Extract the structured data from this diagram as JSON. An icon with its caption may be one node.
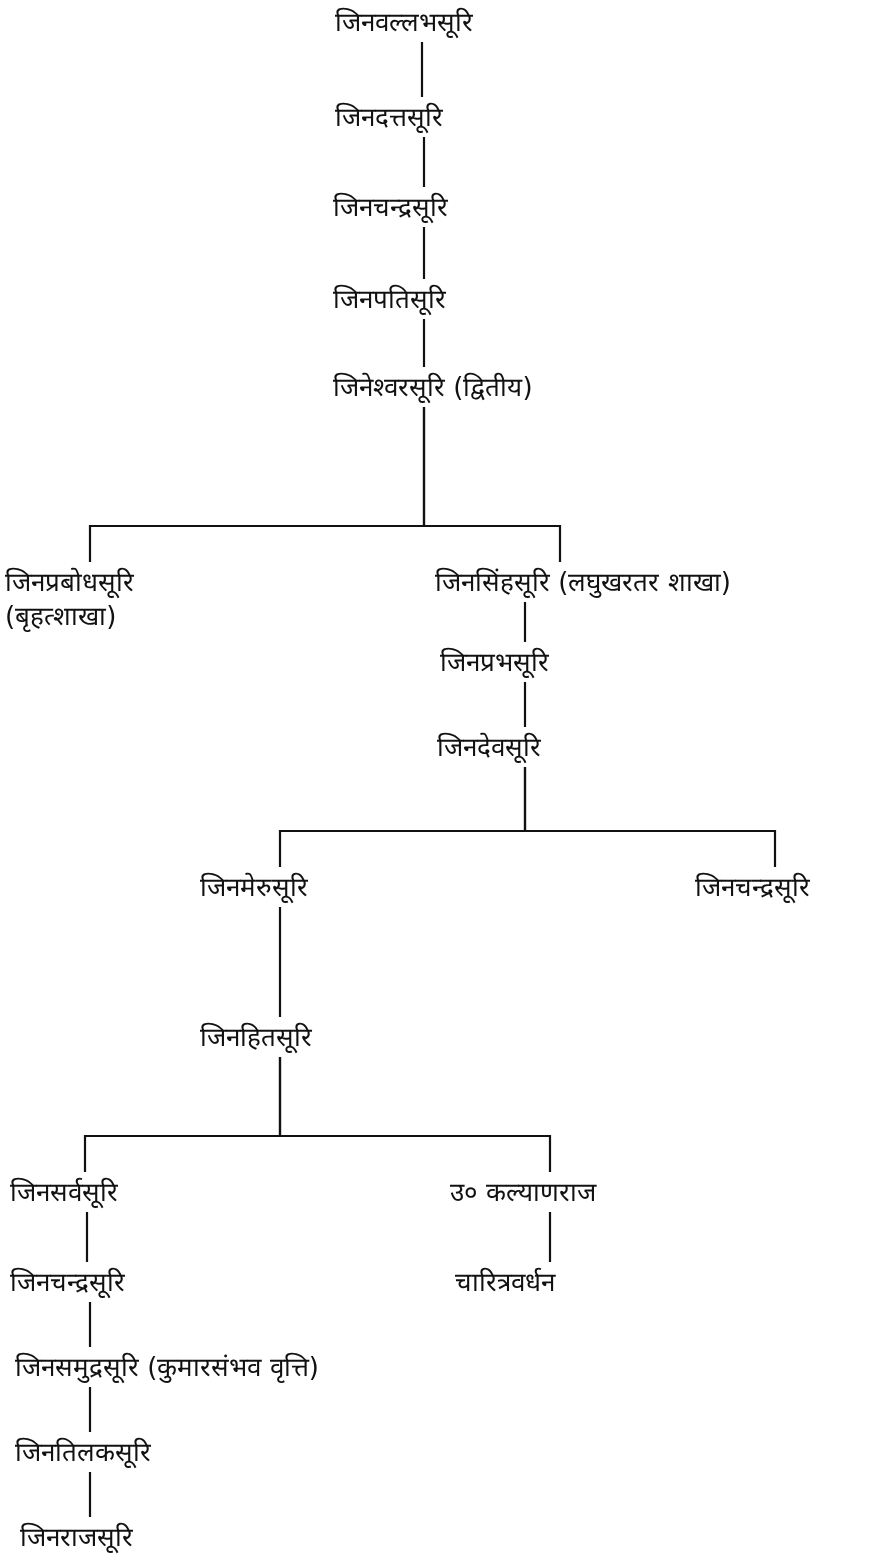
{
  "diagram": {
    "nodes": [
      {
        "text": [
          "जिनवल्लभसूरि"
        ]
      },
      {
        "text": [
          "जिनदत्तसूरि"
        ]
      },
      {
        "text": [
          "जिनचन्द्रसूरि"
        ]
      },
      {
        "text": [
          "जिनपतिसूरि"
        ]
      },
      {
        "text": [
          "जिनेश्वरसूरि (द्वितीय)"
        ]
      },
      {
        "text": [
          "जिनप्रबोधसूरि",
          "(बृहत्शाखा)"
        ]
      },
      {
        "text": [
          "जिनसिंहसूरि (लघुखरतर शाखा)"
        ]
      },
      {
        "text": [
          "जिनप्रभसूरि"
        ]
      },
      {
        "text": [
          "जिनदेवसूरि"
        ]
      },
      {
        "text": [
          "जिनमेरुसूरि"
        ]
      },
      {
        "text": [
          "जिनचन्द्रसूरि"
        ]
      },
      {
        "text": [
          "जिनहितसूरि"
        ]
      },
      {
        "text": [
          "जिनसर्वसूरि"
        ]
      },
      {
        "text": [
          "उ० कल्याणराज"
        ]
      },
      {
        "text": [
          "जिनचन्द्रसूरि"
        ]
      },
      {
        "text": [
          "चारित्रवर्धन"
        ]
      },
      {
        "text": [
          "जिनसमुद्रसूरि (कुमारसंभव वृत्ति)"
        ]
      },
      {
        "text": [
          "जिनतिलकसूरि"
        ]
      },
      {
        "text": [
          "जिनराजसूरि"
        ]
      }
    ],
    "edges": [
      {
        "from": 0,
        "to": 1,
        "arrow": "none"
      },
      {
        "from": 1,
        "to": 2,
        "arrow": "none"
      },
      {
        "from": 2,
        "to": 3,
        "arrow": "none"
      },
      {
        "from": 3,
        "to": 4,
        "arrow": "none"
      },
      {
        "from": 4,
        "to": 5,
        "arrow": "none"
      },
      {
        "from": 4,
        "to": 6,
        "arrow": "none"
      },
      {
        "from": 6,
        "to": 7,
        "arrow": "none"
      },
      {
        "from": 7,
        "to": 8,
        "arrow": "none"
      },
      {
        "from": 8,
        "to": 9,
        "arrow": "none"
      },
      {
        "from": 8,
        "to": 10,
        "arrow": "none"
      },
      {
        "from": 9,
        "to": 11,
        "arrow": "none"
      },
      {
        "from": 11,
        "to": 12,
        "arrow": "none"
      },
      {
        "from": 11,
        "to": 13,
        "arrow": "none"
      },
      {
        "from": 12,
        "to": 14,
        "arrow": "none"
      },
      {
        "from": 13,
        "to": 15,
        "arrow": "none"
      },
      {
        "from": 14,
        "to": 16,
        "arrow": "none"
      },
      {
        "from": 16,
        "to": 17,
        "arrow": "none"
      },
      {
        "from": 17,
        "to": 18,
        "arrow": "none"
      }
    ]
  }
}
